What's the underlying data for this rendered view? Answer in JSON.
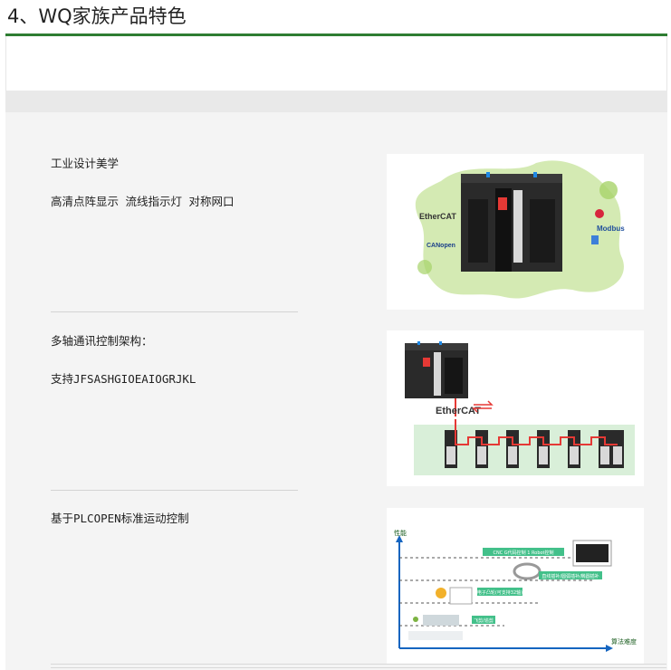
{
  "title": "4、WQ家族产品特色",
  "features": [
    {
      "heading": "工业设计美学",
      "detail": "高清点阵显示 流线指示灯 对称网口",
      "image": {
        "labels": [
          "EtherCAT",
          "CANopen",
          "Modbus"
        ]
      }
    },
    {
      "heading": "多轴通讯控制架构：",
      "detail": "支持JFSASHGIOEAIOGRJKL",
      "image": {
        "labels": [
          "EtherCAT"
        ]
      }
    },
    {
      "heading": "基于PLCOPEN标准运动控制",
      "detail": "",
      "image": {
        "y_axis_label": "性能",
        "x_axis_label": "算法难度",
        "tags": [
          "CNC G代码控制 1 Robot控制",
          "直线插补/圆弧插补/椭圆插补",
          "电子凸轮(可支持32轴)",
          "飞剪/追剪"
        ]
      }
    }
  ],
  "colors": {
    "accent_green": "#2e7d32",
    "ethercat_red": "#e53935",
    "tag_green": "#43c08a"
  }
}
